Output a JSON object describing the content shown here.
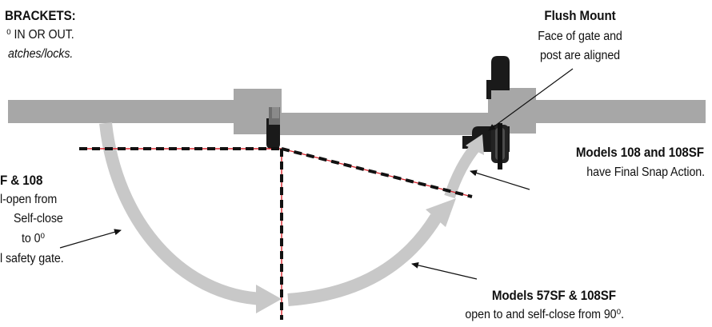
{
  "colors": {
    "gate_gray": "#a7a7a7",
    "arc_gray": "#c8c8c8",
    "latch_dark": "#1a1a1a",
    "latch_mid": "#6e6e6e",
    "guide_red": "#d9272e",
    "guide_black": "#111111",
    "text": "#111111"
  },
  "annotations": {
    "brackets": {
      "heading": "BRACKETS:",
      "line1": "⁰ IN OR OUT.",
      "line2": "atches/locks."
    },
    "flush_mount": {
      "heading": "Flush Mount",
      "line1": "Face of gate and",
      "line2": "post are aligned"
    },
    "left_models": {
      "heading": "F & 108",
      "line1": "l-open from",
      "line2": "Self-close",
      "line3": "to 0⁰",
      "line4": "l safety gate."
    },
    "snap_action": {
      "heading": "Models 108 and 108SF",
      "line1": "have Final Snap Action."
    },
    "bottom_models": {
      "heading": "Models 57SF & 108SF",
      "line1": "open to and self-close from 90⁰."
    }
  }
}
